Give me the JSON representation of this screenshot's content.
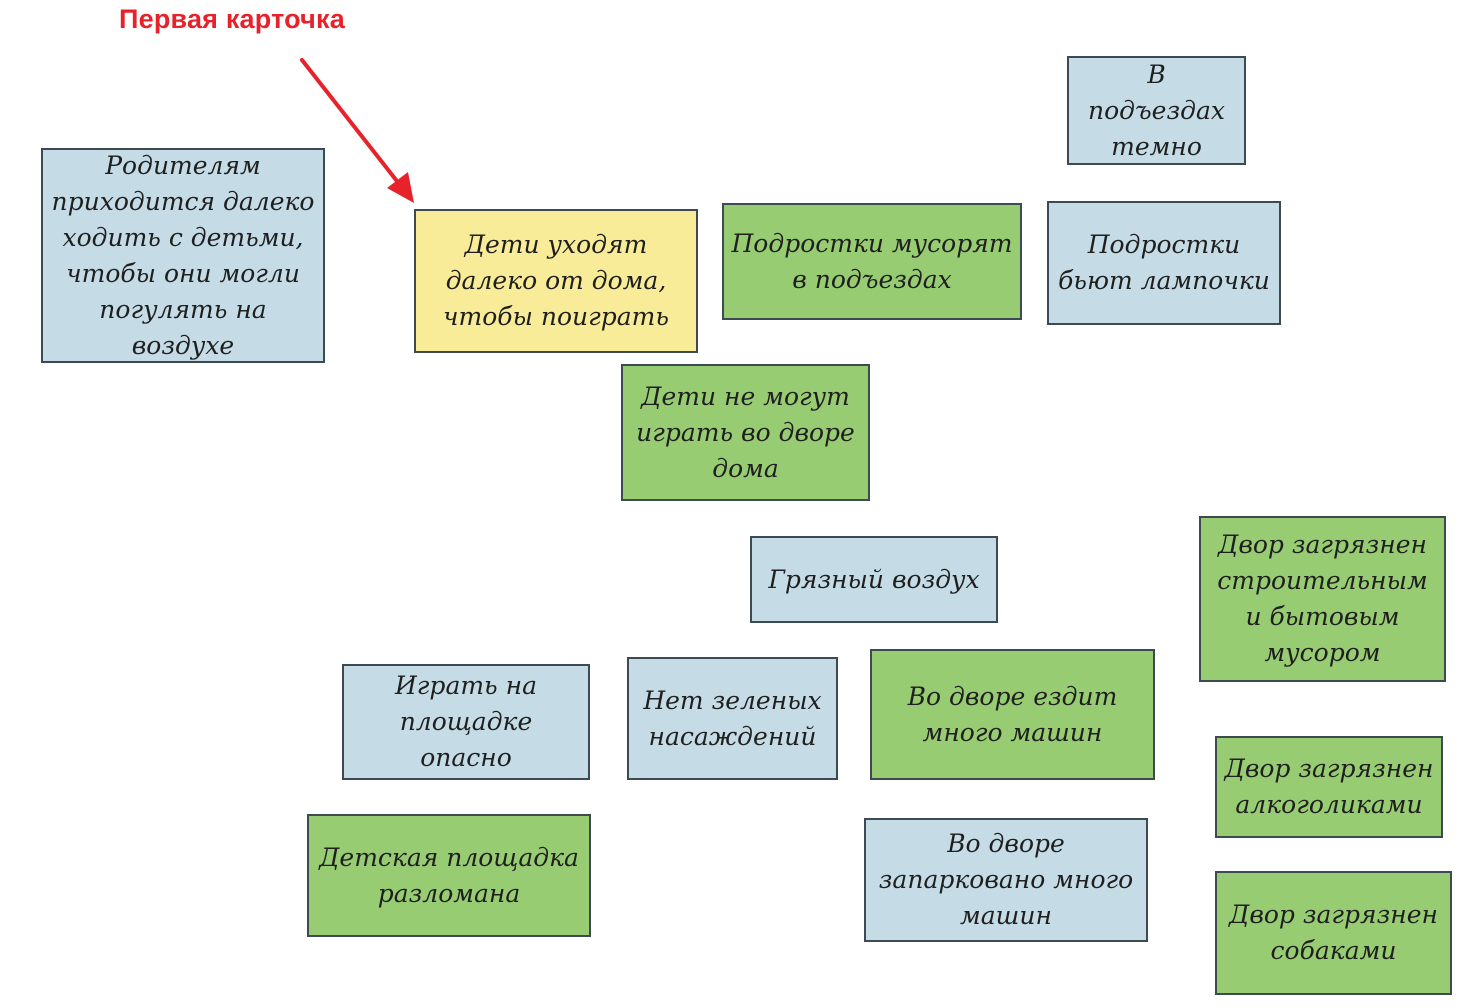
{
  "annotation": {
    "label": "Первая карточка",
    "color": "#e8222a"
  },
  "colors": {
    "blue": "#c5dce6",
    "green": "#98cc73",
    "yellow": "#f8ec98",
    "border": "#3e4a52"
  },
  "cards": [
    {
      "text": "Родителям приходится далеко ходить с детьми, чтобы они могли погулять на воздухе",
      "color": "blue"
    },
    {
      "text": "Дети уходят далеко от дома, чтобы поиграть",
      "color": "yellow"
    },
    {
      "text": "Подростки мусорят в подъездах",
      "color": "green"
    },
    {
      "text": "В подъездах темно",
      "color": "blue"
    },
    {
      "text": "Подростки бьют лампочки",
      "color": "blue"
    },
    {
      "text": "Дети не могут играть во дворе дома",
      "color": "green"
    },
    {
      "text": "Грязный воздух",
      "color": "blue"
    },
    {
      "text": "Двор загрязнен строительным и бытовым мусором",
      "color": "green"
    },
    {
      "text": "Играть на площадке опасно",
      "color": "blue"
    },
    {
      "text": "Нет зеленых насаждений",
      "color": "blue"
    },
    {
      "text": "Во дворе ездит много машин",
      "color": "green"
    },
    {
      "text": "Двор загрязнен алкоголиками",
      "color": "green"
    },
    {
      "text": "Детская площадка разломана",
      "color": "green"
    },
    {
      "text": "Во дворе запарковано много машин",
      "color": "blue"
    },
    {
      "text": "Двор загрязнен собаками",
      "color": "green"
    }
  ]
}
